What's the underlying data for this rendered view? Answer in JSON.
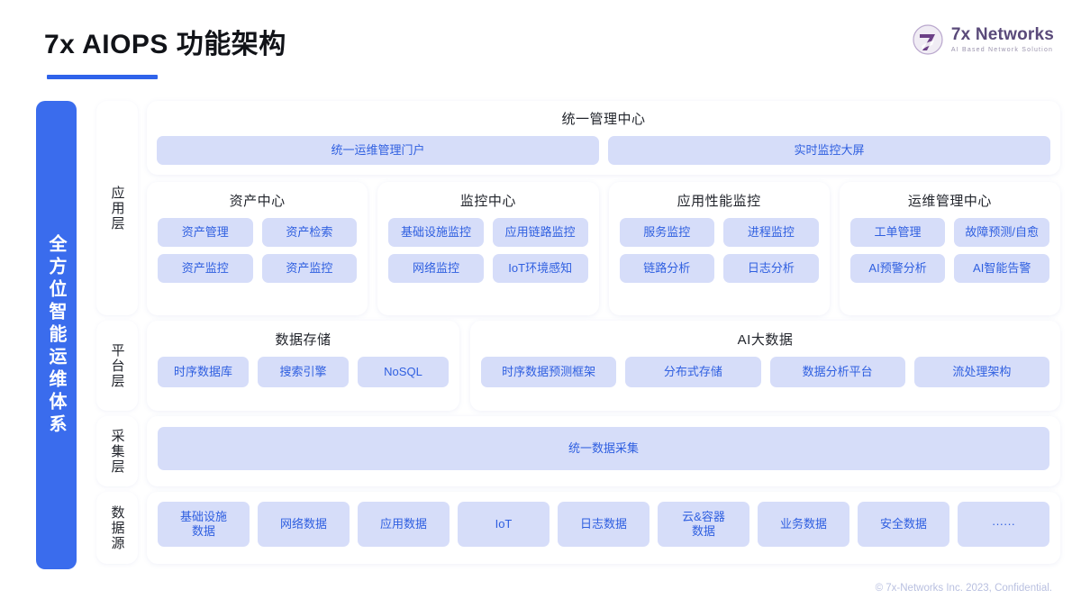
{
  "header": {
    "title": "7x AIOPS 功能架构",
    "logo": {
      "name": "7x Networks",
      "tagline": "AI Based Network Solution"
    }
  },
  "spine": {
    "label": "全方位智能运维体系"
  },
  "layers": {
    "application": "应用层",
    "platform": "平台层",
    "collection": "采集层",
    "datasource": "数据源"
  },
  "unified_center": {
    "title": "统一管理中心",
    "items": [
      "统一运维管理门户",
      "实时监控大屏"
    ]
  },
  "app_cards": [
    {
      "title": "资产中心",
      "items": [
        "资产管理",
        "资产检索",
        "资产监控",
        "资产监控"
      ]
    },
    {
      "title": "监控中心",
      "items": [
        "基础设施监控",
        "应用链路监控",
        "网络监控",
        "IoT环境感知"
      ]
    },
    {
      "title": "应用性能监控",
      "items": [
        "服务监控",
        "进程监控",
        "链路分析",
        "日志分析"
      ]
    },
    {
      "title": "运维管理中心",
      "items": [
        "工单管理",
        "故障预测/自愈",
        "AI预警分析",
        "AI智能告警"
      ]
    }
  ],
  "platform_cards": [
    {
      "title": "数据存储",
      "items": [
        "时序数据库",
        "搜索引擎",
        "NoSQL"
      ]
    },
    {
      "title": "AI大数据",
      "items": [
        "时序数据预测框架",
        "分布式存储",
        "数据分析平台",
        "流处理架构"
      ]
    }
  ],
  "collection": {
    "items": [
      "统一数据采集"
    ]
  },
  "datasource": {
    "items": [
      "基础设施\n数据",
      "网络数据",
      "应用数据",
      "IoT",
      "日志数据",
      "云&容器\n数据",
      "业务数据",
      "安全数据",
      "······"
    ]
  },
  "footer": {
    "text": "© 7x-Networks Inc. 2023, Confidential."
  },
  "colors": {
    "brand_blue": "#3a6ced",
    "chip_bg": "#d6ddf9",
    "chip_text": "#2f5fe0",
    "logo_purple": "#5a4a7a",
    "title_dark": "#111318"
  }
}
